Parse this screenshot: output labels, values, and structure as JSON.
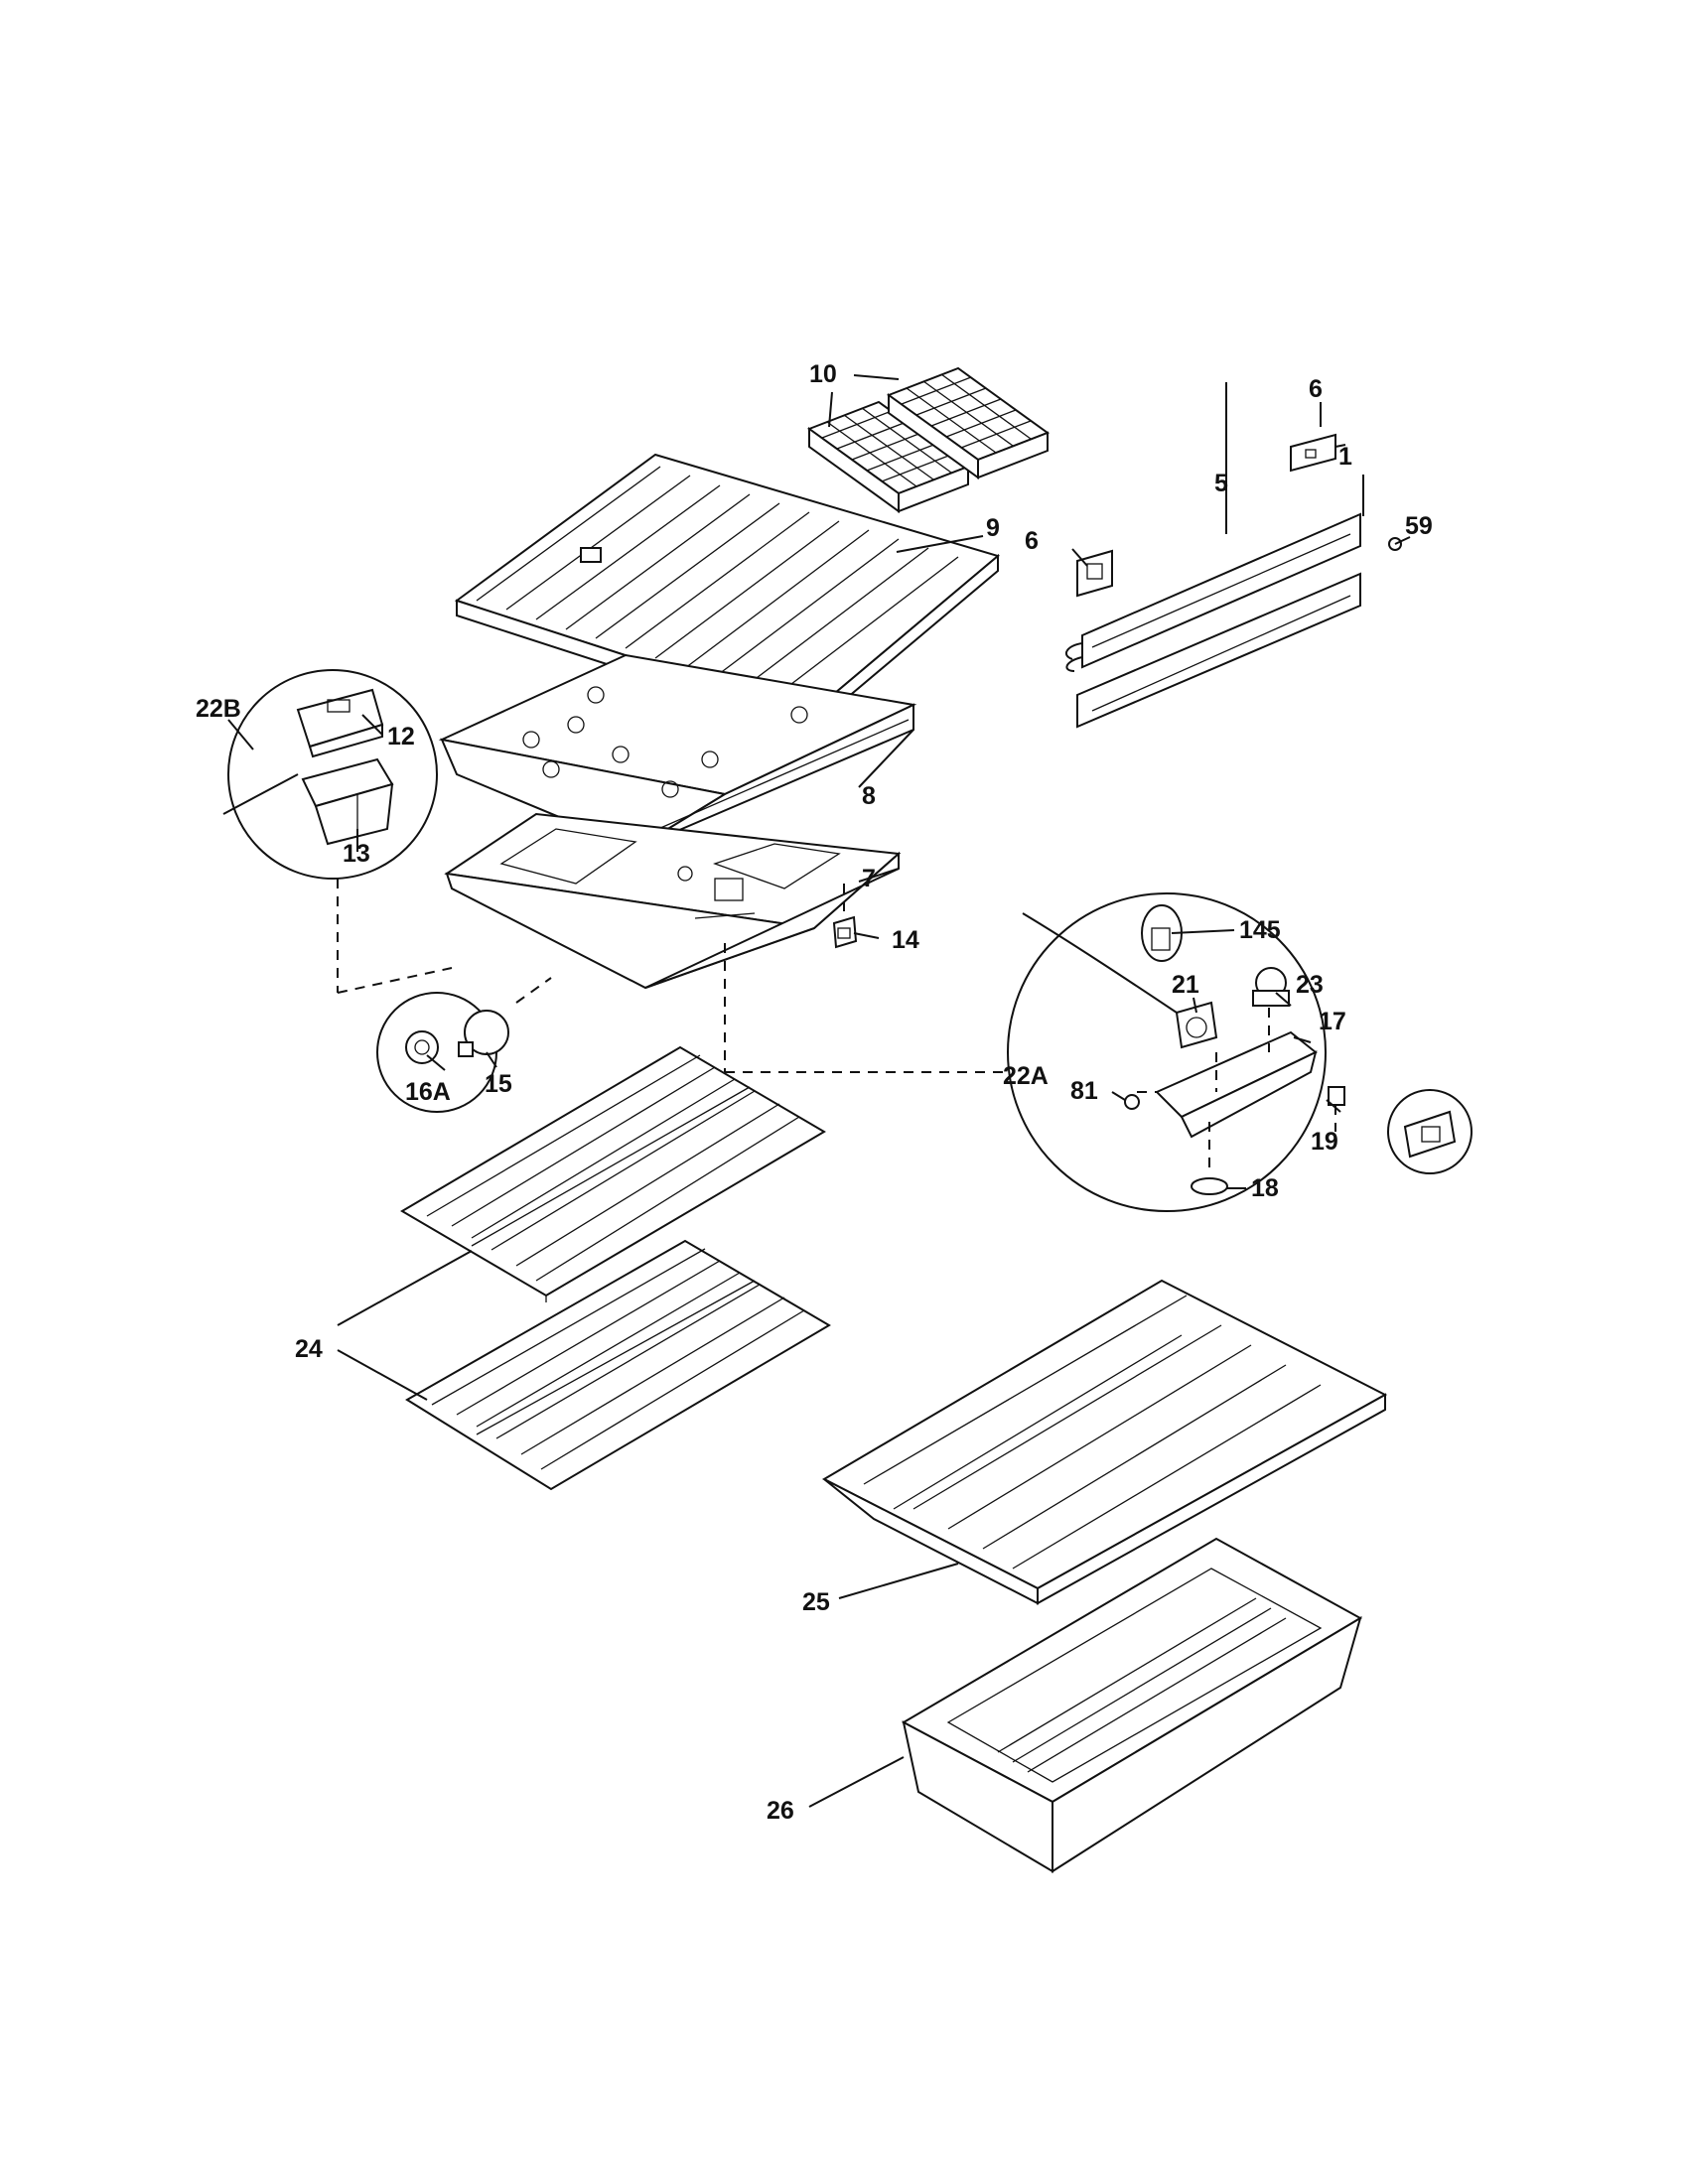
{
  "labels": {
    "l1": "1",
    "l5": "5",
    "l6a": "6",
    "l6b": "6",
    "l7": "7",
    "l8": "8",
    "l9": "9",
    "l10": "10",
    "l12": "12",
    "l13": "13",
    "l14": "14",
    "l15": "15",
    "l16A": "16A",
    "l17": "17",
    "l18": "18",
    "l19": "19",
    "l21": "21",
    "l22A": "22A",
    "l22B": "22B",
    "l23": "23",
    "l24": "24",
    "l25": "25",
    "l26": "26",
    "l59": "59",
    "l81": "81",
    "l145": "145"
  }
}
